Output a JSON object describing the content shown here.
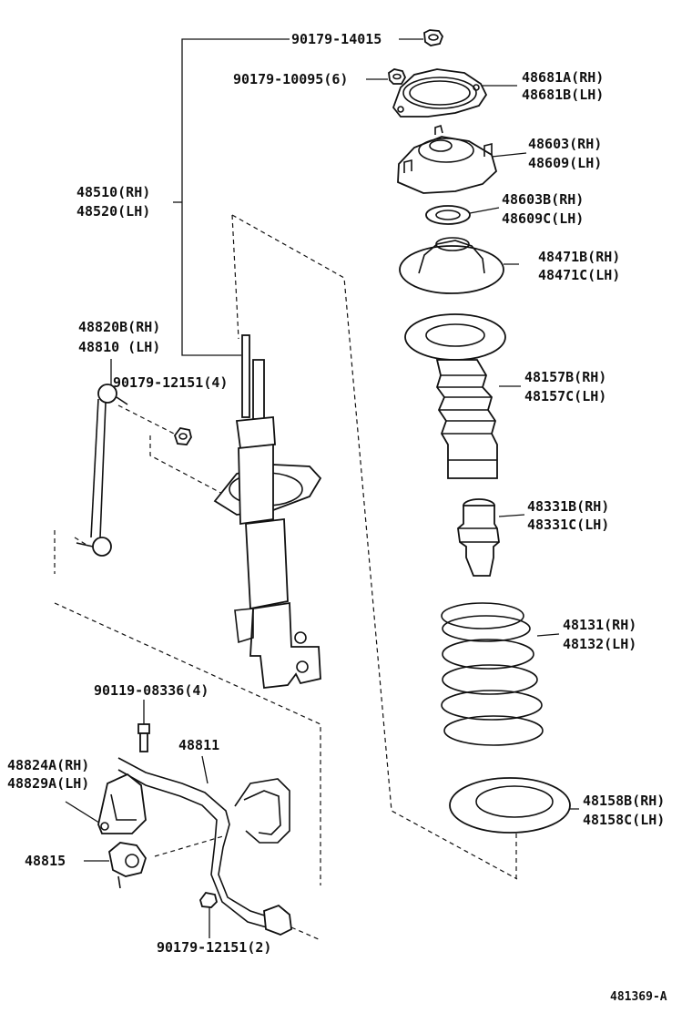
{
  "labels": {
    "p1": "90179-14015",
    "p2": "90179-10095(6)",
    "p3a": "48681A(RH)",
    "p3b": "48681B(LH)",
    "p4a": "48603(RH)",
    "p4b": "48609(LH)",
    "p5a": "48603B(RH)",
    "p5b": "48609C(LH)",
    "p6a": "48510(RH)",
    "p6b": "48520(LH)",
    "p7a": "48471B(RH)",
    "p7b": "48471C(LH)",
    "p8a": "48820B(RH)",
    "p8b": "48810  (LH)",
    "p9": "90179-12151(4)",
    "p10a": "48157B(RH)",
    "p10b": "48157C(LH)",
    "p11a": "48331B(RH)",
    "p11b": "48331C(LH)",
    "p12a": "48131(RH)",
    "p12b": "48132(LH)",
    "p13": "90119-08336(4)",
    "p14": "48811",
    "p15a": "48824A(RH)",
    "p15b": "48829A(LH)",
    "p16a": "48158B(RH)",
    "p16b": "48158C(LH)",
    "p17": "48815",
    "p18": "90179-12151(2)",
    "ref": "481369-A"
  }
}
